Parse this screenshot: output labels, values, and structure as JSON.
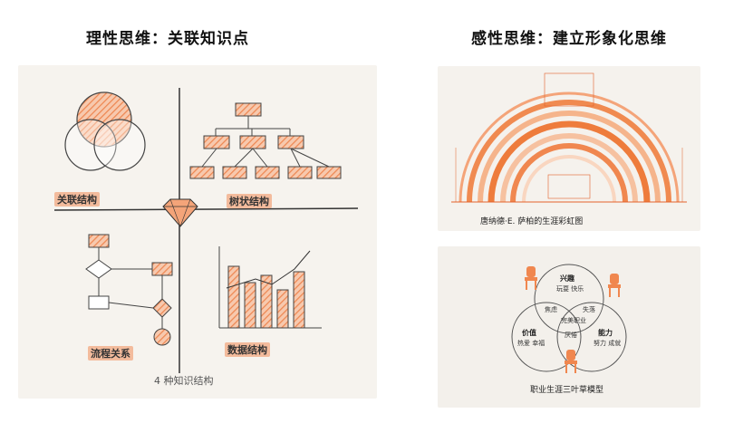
{
  "headings": {
    "left": "理性思维：关联知识点",
    "right": "感性思维：建立形象化思维"
  },
  "left_figure": {
    "labels": {
      "association": "关联结构",
      "tree": "树状结构",
      "flow": "流程关系",
      "data": "数据结构"
    },
    "caption": "4 种知识结构"
  },
  "rainbow_figure": {
    "caption": "唐纳德·E. 萨柏的生涯彩虹图"
  },
  "clover_figure": {
    "caption": "职业生涯三叶草模型",
    "circles": {
      "interest": {
        "title": "兴趣",
        "sub": "玩耍 快乐"
      },
      "value": {
        "title": "价值",
        "sub": "热爱 幸福"
      },
      "ability": {
        "title": "能力",
        "sub": "努力 成就"
      }
    },
    "overlaps": {
      "a": "焦虑",
      "b": "失落",
      "c": "厌倦",
      "center": "完美职业"
    }
  },
  "colors": {
    "accent": "#f0874f",
    "accent_dark": "#e2622c",
    "ink": "#333333"
  }
}
